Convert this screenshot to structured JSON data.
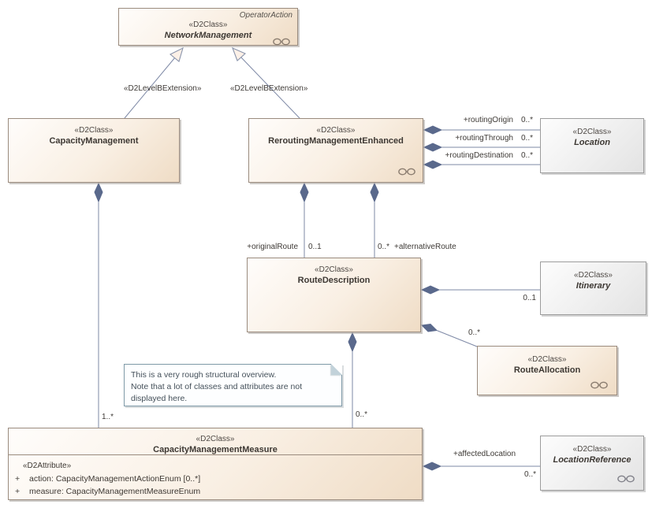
{
  "colors": {
    "class_fill_top": "#fffdfb",
    "class_fill_bottom": "#efdcc5",
    "class_border": "#9a8b7e",
    "gray_fill_bottom": "#e3e3e3",
    "gray_border": "#9c9c9c",
    "connector": "#7e89a6",
    "diamond": "#5a698c",
    "note_border": "#7e99a7"
  },
  "classes": {
    "networkManagement": {
      "tag": "OperatorAction",
      "stereotype": "«D2Class»",
      "name": "NetworkManagement"
    },
    "capacityManagement": {
      "stereotype": "«D2Class»",
      "name": "CapacityManagement"
    },
    "reroutingManagementEnhanced": {
      "stereotype": "«D2Class»",
      "name": "ReroutingManagementEnhanced"
    },
    "location": {
      "stereotype": "«D2Class»",
      "name": "Location"
    },
    "routeDescription": {
      "stereotype": "«D2Class»",
      "name": "RouteDescription"
    },
    "itinerary": {
      "stereotype": "«D2Class»",
      "name": "Itinerary"
    },
    "routeAllocation": {
      "stereotype": "«D2Class»",
      "name": "RouteAllocation"
    },
    "capacityManagementMeasure": {
      "stereotype": "«D2Class»",
      "name": "CapacityManagementMeasure",
      "attributeStereotype": "«D2Attribute»",
      "attributes": [
        {
          "visibility": "+",
          "signature": "action: CapacityManagementActionEnum [0..*]"
        },
        {
          "visibility": "+",
          "signature": "measure: CapacityManagementMeasureEnum"
        }
      ]
    },
    "locationReference": {
      "stereotype": "«D2Class»",
      "name": "LocationReference"
    }
  },
  "connectors": {
    "extensionLeft": {
      "stereotype": "«D2LevelBExtension»"
    },
    "extensionRight": {
      "stereotype": "«D2LevelBExtension»"
    },
    "capacityToMeasure": {
      "multiplicity": "1..*"
    },
    "originalRoute": {
      "role": "+originalRoute",
      "multiplicity": "0..1"
    },
    "alternativeRoute": {
      "role": "+alternativeRoute",
      "multiplicity": "0..*"
    },
    "routingOrigin": {
      "role": "+routingOrigin",
      "multiplicity": "0..*"
    },
    "routingThrough": {
      "role": "+routingThrough",
      "multiplicity": "0..*"
    },
    "routingDestination": {
      "role": "+routingDestination",
      "multiplicity": "0..*"
    },
    "routeToItinerary": {
      "multiplicity": "0..1"
    },
    "routeToAllocation": {
      "multiplicity": "0..*"
    },
    "routeToMeasure": {
      "multiplicity": "0..*"
    },
    "affectedLocation": {
      "role": "+affectedLocation",
      "multiplicity": "0..*"
    }
  },
  "note": {
    "line1": "This is a very rough structural overview.",
    "line2": "Note that a lot of classes and attributes are not displayed here."
  }
}
